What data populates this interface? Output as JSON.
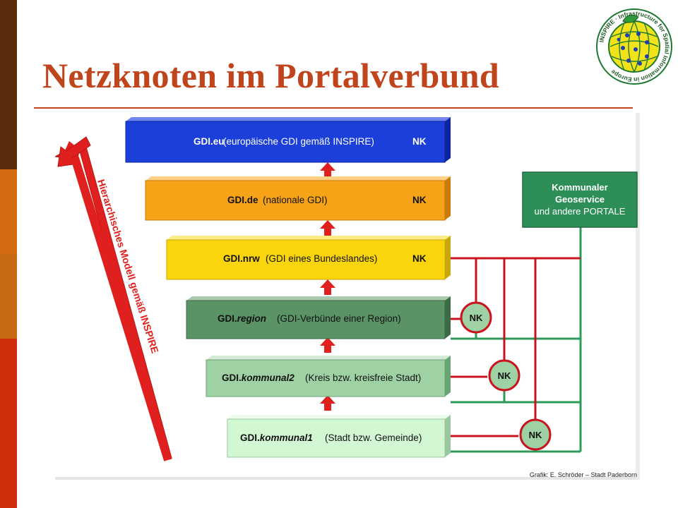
{
  "title": "Netzknoten im Portalverbund",
  "logo": {
    "ring_text": "INSPIRE · Infrastructure for Spatial Information in Europe"
  },
  "diagram": {
    "levels": [
      {
        "code": "GDI.eu",
        "desc": "(europäische GDI gemäß INSPIRE)",
        "nk": "NK",
        "color": "#1b3fd8"
      },
      {
        "code": "GDI.de",
        "desc": "(nationale GDI)",
        "nk": "NK",
        "color": "#f7a318"
      },
      {
        "code": "GDI.nrw",
        "desc": "(GDI eines Bundeslandes)",
        "nk": "NK",
        "color": "#fbd50b"
      },
      {
        "code_prefix": "GDI.",
        "code_italic": "region",
        "desc": "(GDI-Verbünde einer Region)",
        "color": "#5a9466"
      },
      {
        "code_prefix": "GDI.",
        "code_italic": "kommunal2",
        "desc": "(Kreis bzw. kreisfreie Stadt)",
        "color": "#9ed1a3"
      },
      {
        "code_prefix": "GDI.",
        "code_italic": "kommunal1",
        "desc": "(Stadt bzw. Gemeinde)",
        "color": "#d3f6d3"
      }
    ],
    "side_box": {
      "line1": "Kommunaler",
      "line2": "Geoservice",
      "line3": "und andere PORTALE",
      "color": "#2d8f57"
    },
    "nk_nodes": [
      "NK",
      "NK",
      "NK"
    ],
    "arrow_label": "Hierarchisches Modell gemäß INSPIRE",
    "credit": "Grafik: E. Schröder – Stadt Paderborn"
  },
  "colors": {
    "title": "#c0441c",
    "arrow": "#e0201e",
    "link_red": "#c8141e",
    "link_green": "#2d9a58",
    "sidebar": [
      "#5a2e0c",
      "#d46a12",
      "#c86a14",
      "#cf2e0c"
    ]
  }
}
